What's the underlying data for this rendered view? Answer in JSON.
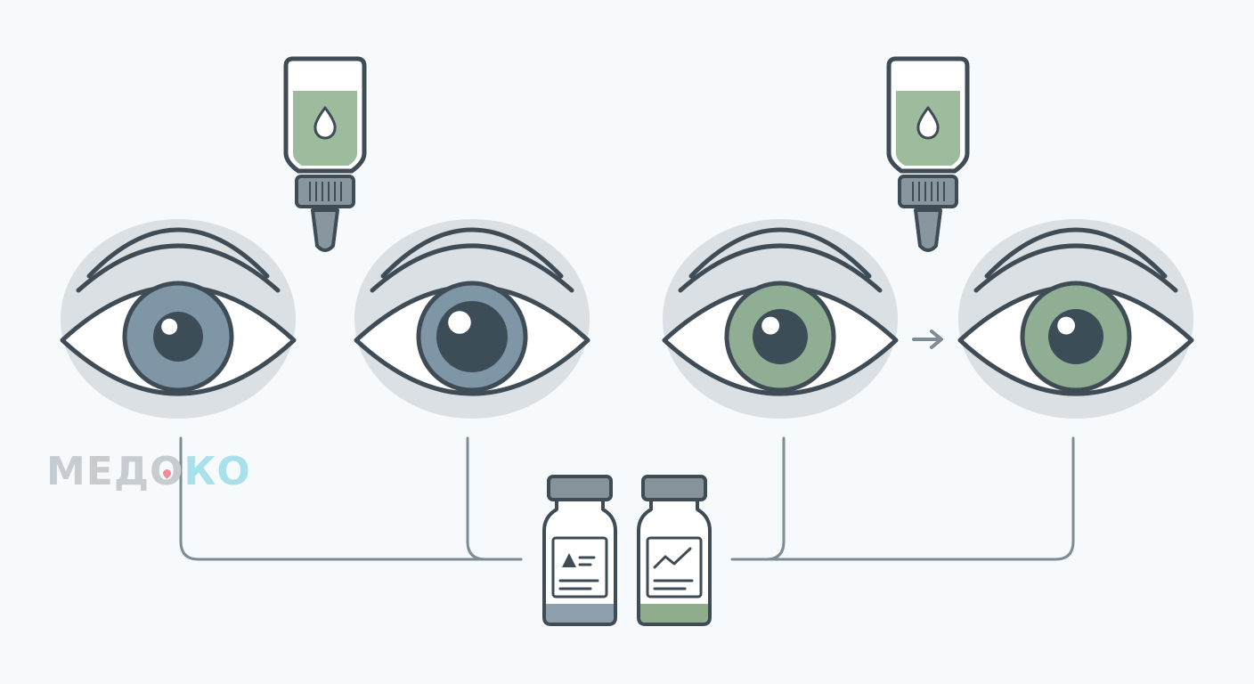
{
  "logo": {
    "text_main": "МЕД",
    "text_o": "О",
    "text_tail": "КО"
  },
  "colors": {
    "background": "#f7fafc",
    "outline": "#3f4c55",
    "halo": "#dbe0e4",
    "iris_blue": "#7e96a6",
    "iris_green": "#8fae93",
    "pupil": "#3d4d58",
    "dropper_fill": "#9dbc9d",
    "dropper_cap": "#87969f",
    "vial_cap": "#87939b",
    "vial_blue": "#8e9fac",
    "vial_green": "#8fac8c",
    "connector": "#7d8c95",
    "logo_gray": "#c7ccd1",
    "logo_teal": "#a9e1ea",
    "logo_pin": "#f08c97"
  },
  "eyes": [
    {
      "iris": "blue",
      "pupil_size": "medium"
    },
    {
      "iris": "blue",
      "pupil_size": "large"
    },
    {
      "iris": "green",
      "pupil_size": "medium"
    },
    {
      "iris": "green",
      "pupil_size": "medium"
    }
  ],
  "droppers": [
    {
      "icon": "drop-icon"
    },
    {
      "icon": "drop-icon"
    }
  ],
  "vials": [
    {
      "label_icon": "triangle-icon",
      "fill": "blue"
    },
    {
      "label_icon": "trend-line-icon",
      "fill": "green"
    }
  ],
  "arrow": {
    "icon": "arrow-right-icon"
  }
}
